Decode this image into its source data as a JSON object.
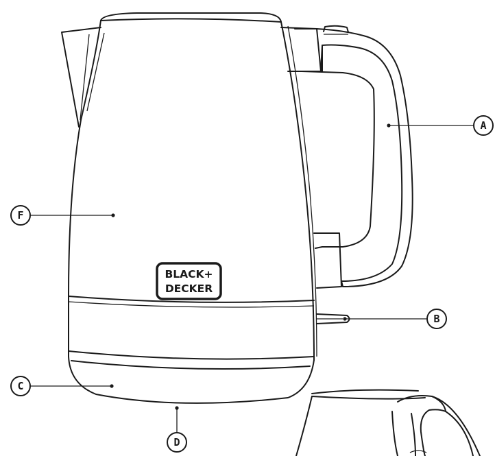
{
  "brand": {
    "logo_line1": "BLACK+",
    "logo_line2": "DECKER"
  },
  "callouts": [
    {
      "id": "A",
      "label": "A"
    },
    {
      "id": "B",
      "label": "B"
    },
    {
      "id": "C",
      "label": "C"
    },
    {
      "id": "D",
      "label": "D"
    },
    {
      "id": "F",
      "label": "F"
    }
  ],
  "colors": {
    "line": "#1a1a1a",
    "background": "#ffffff"
  }
}
